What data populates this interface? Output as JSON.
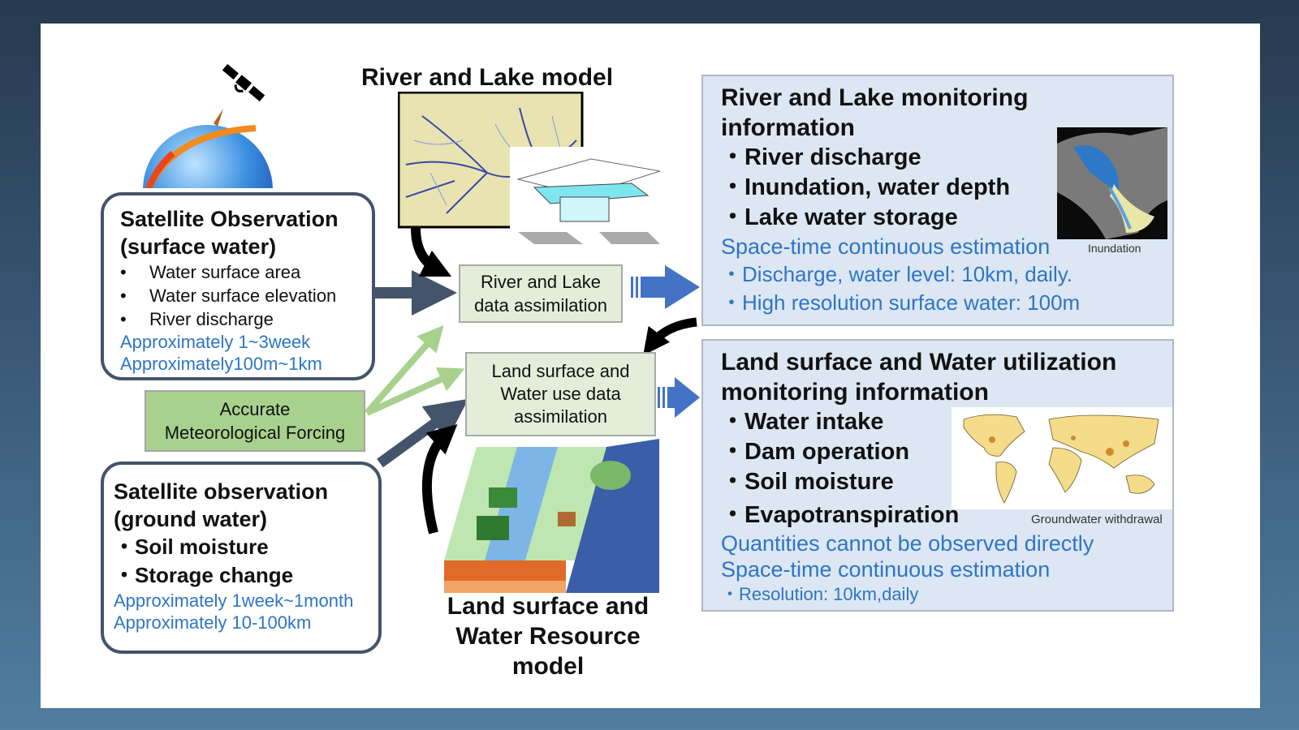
{
  "diagram": {
    "river_lake_model": {
      "title": "River and Lake model"
    },
    "land_water_model": {
      "title_lines": [
        "Land surface and",
        "Water Resource",
        "model"
      ]
    },
    "surface_obs": {
      "title_lines": [
        "Satellite Observation",
        "(surface water)"
      ],
      "bullet": "•",
      "items": [
        "Water surface area",
        "Water surface elevation",
        "River discharge"
      ],
      "notes": [
        "Approximately 1~3week",
        "Approximately100m~1km"
      ]
    },
    "ground_obs": {
      "title_lines": [
        "Satellite observation",
        "(ground water)"
      ],
      "bullet": "・",
      "items": [
        "Soil moisture",
        "Storage change"
      ],
      "notes": [
        "Approximately 1week~1month",
        "Approximately 10-100km"
      ]
    },
    "forcing": {
      "lines": [
        "Accurate",
        "Meteorological Forcing"
      ]
    },
    "river_assim": {
      "lines": [
        "River and Lake",
        "data assimilation"
      ]
    },
    "land_assim": {
      "lines": [
        "Land surface and",
        "Water use data",
        "assimilation"
      ]
    },
    "river_info": {
      "title_lines": [
        "River and Lake monitoring",
        "information"
      ],
      "bullet": "・",
      "items": [
        "River discharge",
        "Inundation, water depth",
        "Lake water storage"
      ],
      "note": "Space-time continuous estimation",
      "sub_items": [
        "Discharge, water level: 10km, daily.",
        "High resolution surface water: 100m"
      ],
      "image_caption": "Inundation"
    },
    "land_info": {
      "title_lines": [
        "Land surface and Water utilization",
        "monitoring information"
      ],
      "bullet": "・",
      "items": [
        "Water intake",
        "Dam operation",
        "Soil moisture",
        "Evapotranspiration"
      ],
      "notes": [
        "Quantities cannot be observed directly",
        "Space-time continuous estimation"
      ],
      "sub_item": "・Resolution: 10km,daily",
      "image_caption": "Groundwater withdrawal"
    },
    "colors": {
      "obs_border": "#44546a",
      "accent_blue": "#2e75c6",
      "arrow_blue": "#4472c4",
      "forcing_green": "#a9d18e",
      "assim_green": "#e3edd9",
      "panel_blue": "#dce7f3"
    }
  }
}
